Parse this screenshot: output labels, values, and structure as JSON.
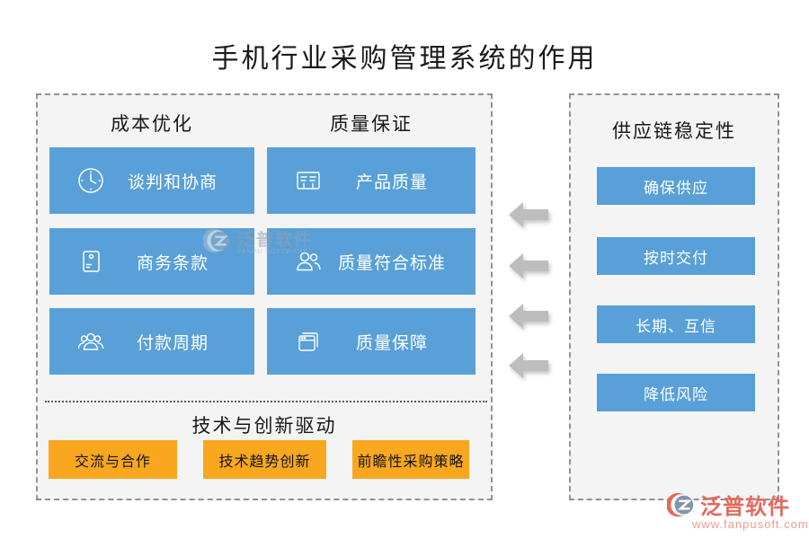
{
  "title": "手机行业采购管理系统的作用",
  "left_box": {
    "sections": [
      {
        "header": "成本优化",
        "items": [
          {
            "icon": "clock-icon",
            "label": "谈判和协商"
          },
          {
            "icon": "envelope-icon",
            "label": "商务条款"
          },
          {
            "icon": "people-group-icon",
            "label": "付款周期"
          }
        ]
      },
      {
        "header": "质量保证",
        "items": [
          {
            "icon": "spec-sheet-icon",
            "label": "产品质量"
          },
          {
            "icon": "two-people-icon",
            "label": "质量符合标准"
          },
          {
            "icon": "stacked-docs-icon",
            "label": "质量保障"
          }
        ]
      }
    ],
    "bottom": {
      "header": "技术与创新驱动",
      "buttons": [
        "交流与合作",
        "技术趋势创新",
        "前瞻性采购策略"
      ]
    }
  },
  "right_box": {
    "header": "供应链稳定性",
    "buttons": [
      "确保供应",
      "按时交付",
      "长期、互信",
      "降低风险"
    ]
  },
  "arrows": {
    "direction": "left",
    "count": 4
  },
  "watermark": {
    "brand": "泛普软件",
    "brand_en": "FANPU SOFTWARE",
    "url": "www.fanpusoft.com"
  },
  "colors": {
    "node_blue": "#58a0d7",
    "node_orange": "#f8a71e",
    "arrow_gray": "#bdbdbd",
    "box_background": "#f4f4f4",
    "dashed_border": "#929292",
    "watermark_red": "#e4695c"
  }
}
